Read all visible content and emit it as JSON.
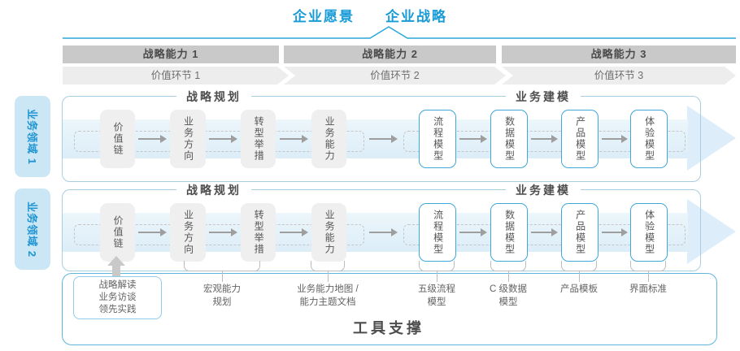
{
  "colors": {
    "accent_blue": "#189bd7",
    "node_border_blue": "#41a7d9",
    "domain_label_fill": "#cbe7f5",
    "flow_band_blue": "#ddeef8",
    "capability_bar_gray": "#c9c9c9",
    "value_link_gray": "#ededed",
    "outer_border_blue": "#5fb5dd",
    "text_dark_gray": "#4d4d4d"
  },
  "header": {
    "vision_label": "企业愿景",
    "strategy_label": "企业战略"
  },
  "capability_bars": [
    {
      "label": "战略能力 1"
    },
    {
      "label": "战略能力 2"
    },
    {
      "label": "战略能力 3"
    }
  ],
  "value_links": [
    {
      "label": "价值环节 1"
    },
    {
      "label": "价值环节 2"
    },
    {
      "label": "价值环节 3"
    }
  ],
  "domains": [
    {
      "label": "业务领域 1"
    },
    {
      "label": "业务领域 2"
    }
  ],
  "row": {
    "planning_title": "战略规划",
    "modeling_title": "业务建模",
    "boxes": [
      {
        "label": "价值链"
      },
      {
        "label": "业务方向"
      },
      {
        "label": "转型举措"
      },
      {
        "label": "业务能力"
      },
      {
        "label": "流程模型"
      },
      {
        "label": "数据模型"
      },
      {
        "label": "产品模型"
      },
      {
        "label": "体验模型"
      }
    ]
  },
  "annotations": {
    "insight_box": "战略解读\n业务访谈\n领先实践",
    "labels": [
      {
        "text": "宏观能力\n规划"
      },
      {
        "text": "业务能力地图 /\n能力主题文档"
      },
      {
        "text": "五级流程\n模型"
      },
      {
        "text": "C 级数据\n模型"
      },
      {
        "text": "产品模板"
      },
      {
        "text": "界面标准"
      }
    ]
  },
  "footer": {
    "tool_support_label": "工具支撑"
  }
}
